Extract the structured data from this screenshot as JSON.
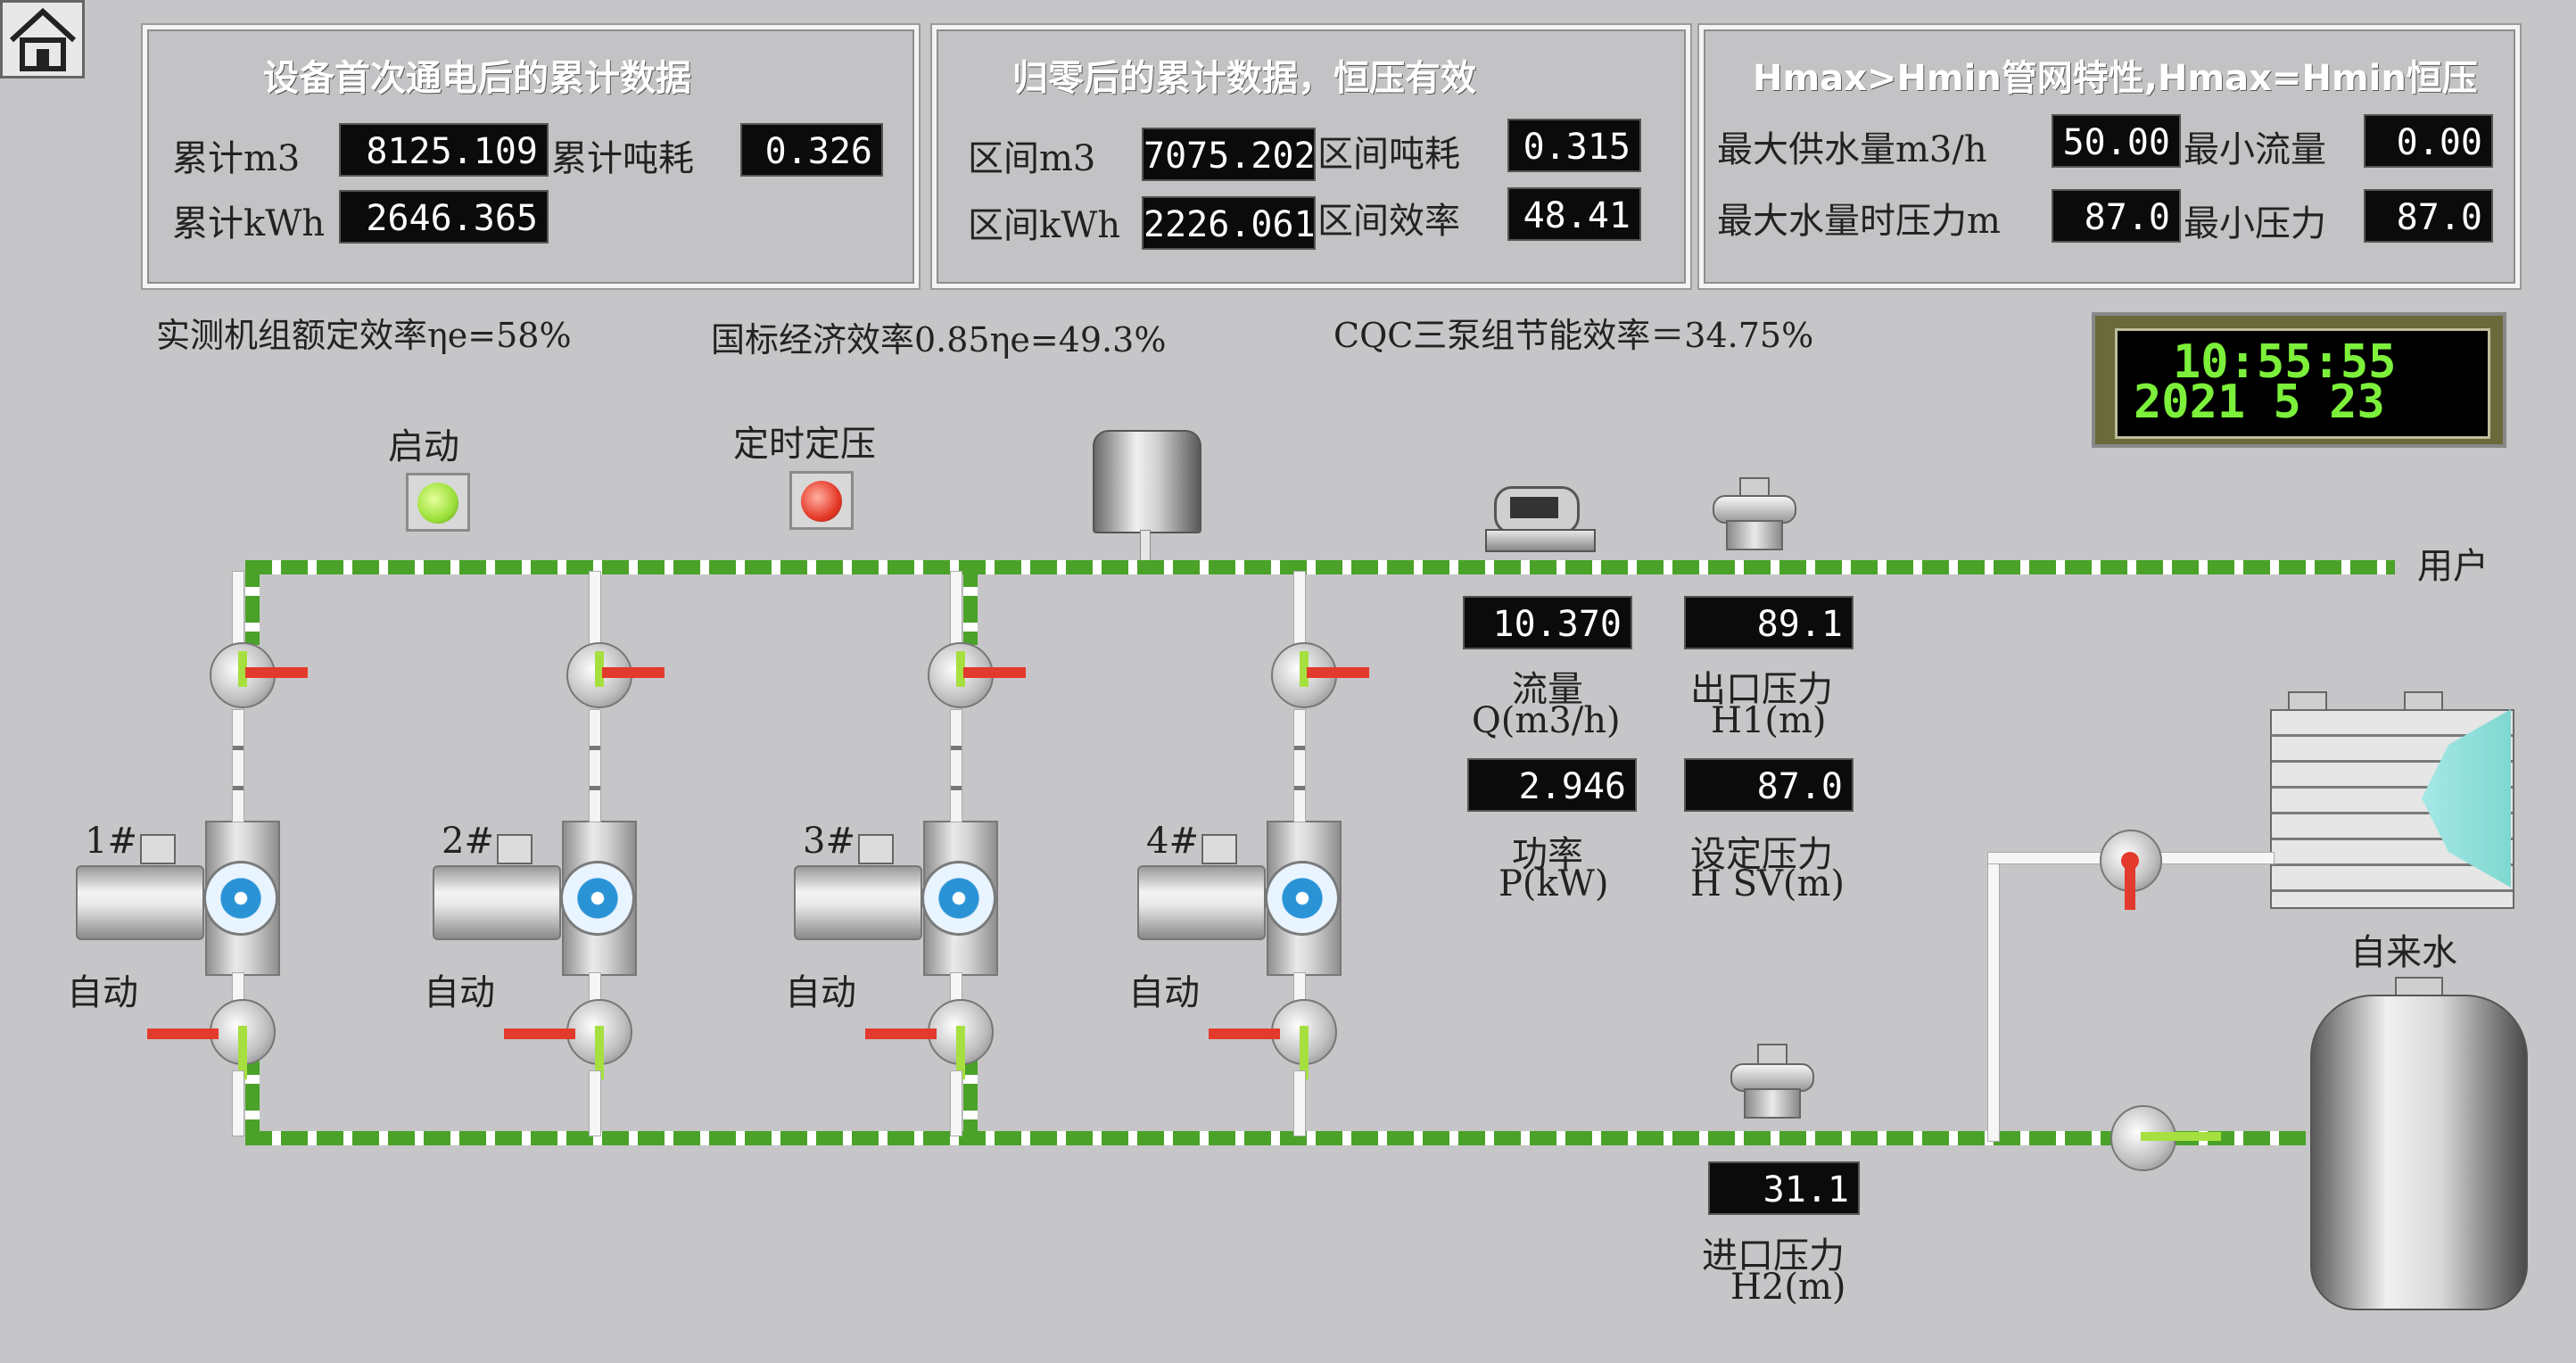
{
  "home_icon": "home-icon",
  "panel1": {
    "title": "设备首次通电后的累计数据",
    "label_m3": "累计m3",
    "value_m3": "8125.109",
    "label_ton": "累计吨耗",
    "value_ton": "0.326",
    "label_kwh": "累计kWh",
    "value_kwh": "2646.365"
  },
  "panel2": {
    "title": "归零后的累计数据，恒压有效",
    "label_m3": "区间m3",
    "value_m3": "7075.202",
    "label_ton": "区间吨耗",
    "value_ton": "0.315",
    "label_kwh": "区间kWh",
    "value_kwh": "2226.061",
    "label_eff": "区间效率",
    "value_eff": "48.41"
  },
  "panel3": {
    "title": "Hmax>Hmin管网特性,Hmax=Hmin恒压",
    "label_maxq": "最大供水量m3/h",
    "value_maxq": "50.00",
    "label_minq": "最小流量",
    "value_minq": "0.00",
    "label_maxp": "最大水量时压力m",
    "value_maxp": "87.0",
    "label_minp": "最小压力",
    "value_minp": "87.0"
  },
  "efficiency": {
    "measured": "实测机组额定效率ηe=58%",
    "national": "国标经济效率0.85ηe=49.3%",
    "cqc": "CQC三泵组节能效率＝34.75%"
  },
  "clock": {
    "time": "10:55:55",
    "date": "2021 5   23"
  },
  "indicators": {
    "start_label": "启动",
    "timer_label": "定时定压"
  },
  "pumps": [
    {
      "id": "1#",
      "mode": "自动"
    },
    {
      "id": "2#",
      "mode": "自动"
    },
    {
      "id": "3#",
      "mode": "自动"
    },
    {
      "id": "4#",
      "mode": "自动"
    }
  ],
  "user_label": "用户",
  "tap_water_label": "自来水",
  "readings": {
    "flow_value": "10.370",
    "flow_label": "流量",
    "flow_unit": "Q(m3/h)",
    "outlet_value": "89.1",
    "outlet_label": "出口压力",
    "outlet_unit": "H1(m)",
    "power_value": "2.946",
    "power_label": "功率",
    "power_unit": "P(kW)",
    "setp_value": "87.0",
    "setp_label": "设定压力",
    "setp_unit": "H SV(m)",
    "inlet_value": "31.1",
    "inlet_label": "进口压力",
    "inlet_unit": "H2(m)"
  },
  "colors": {
    "start_lamp": "#9be03a",
    "timer_lamp": "#e63a2a",
    "pipe_green": "#4aa228",
    "clock_green": "#7cf03a"
  }
}
